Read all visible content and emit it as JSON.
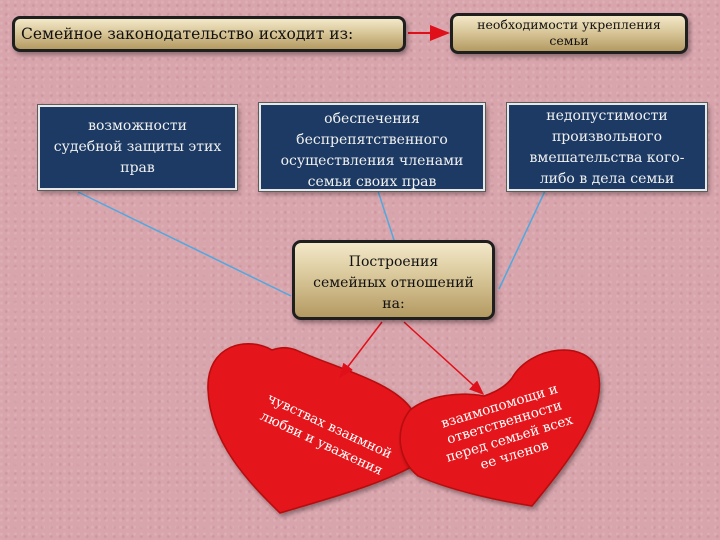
{
  "header": {
    "main": "Семейное законодательство исходит из:",
    "need_line1": "необходимости укрепления",
    "need_line2": "семьи"
  },
  "principles": {
    "court_line1": "возможности",
    "court_line2": "судебной защиты этих",
    "court_line3": "прав",
    "free_line1": "обеспечения",
    "free_line2": "беспрепятственного",
    "free_line3": "осуществления членами",
    "free_line4": "семьи своих прав",
    "nonint_line1": "недопустимости",
    "nonint_line2": "произвольного",
    "nonint_line3": "вмешательства кого-",
    "nonint_line4": "либо в дела семьи"
  },
  "center": {
    "line1": "Построения",
    "line2": "семейных отношений",
    "line3": "на:"
  },
  "hearts": {
    "left_line1": "чувствах взаимной",
    "left_line2": "любви и уважения",
    "right_line1": "взаимопомощи и",
    "right_line2": "ответственности",
    "right_line3": "перед семьей всех",
    "right_line4": "ее членов"
  },
  "colors": {
    "background": "#d9a5ad",
    "navy_box": "#1c3a63",
    "gold_box": "#d9c79a",
    "heart": "#e4121a",
    "arrow": "#e0101a",
    "connector": "#4fa8e0"
  }
}
